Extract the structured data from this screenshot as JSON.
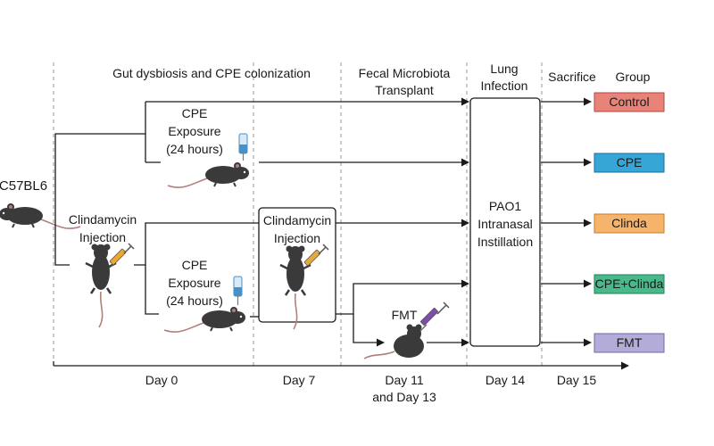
{
  "phases": {
    "gut": "Gut dysbiosis and CPE colonization",
    "fmt_line1": "Fecal Microbiota",
    "fmt_line2": "Transplant",
    "lung_line1": "Lung",
    "lung_line2": "Infection",
    "sacrifice": "Sacrifice",
    "group": "Group"
  },
  "strain": "C57BL6",
  "exposure_top": {
    "l1": "CPE",
    "l2": "Exposure",
    "l3": "(24 hours)"
  },
  "exposure_bottom": {
    "l1": "CPE",
    "l2": "Exposure",
    "l3": "(24 hours)"
  },
  "clinda_left": {
    "l1": "Clindamycin",
    "l2": "Injection"
  },
  "clinda_box": {
    "l1": "Clindamycin",
    "l2": "Injection"
  },
  "fmt_label": "FMT",
  "infection_box": {
    "l1": "PAO1",
    "l2": "Intranasal",
    "l3": "Instillation"
  },
  "groups": [
    {
      "label": "Control",
      "fill": "#e8837a",
      "stroke": "#b0483f"
    },
    {
      "label": "CPE",
      "fill": "#35a6d6",
      "stroke": "#1c6f95"
    },
    {
      "label": "Clinda",
      "fill": "#f5b36c",
      "stroke": "#c57d2c"
    },
    {
      "label": "CPE+Clinda",
      "fill": "#49b98a",
      "stroke": "#21805a"
    },
    {
      "label": "FMT",
      "fill": "#b3acd8",
      "stroke": "#6f67a6"
    }
  ],
  "timeline": {
    "day0": "Day 0",
    "day7": "Day 7",
    "day11_l1": "Day 11",
    "day11_l2": "and Day 13",
    "day14": "Day 14",
    "day15": "Day 15"
  },
  "colors": {
    "mouse": "#3a3a3a",
    "tail": "#b07f78",
    "syringe_fill": "#e8a838",
    "fmt_fill": "#7d4ea8",
    "bottle": "#4a90c2"
  }
}
